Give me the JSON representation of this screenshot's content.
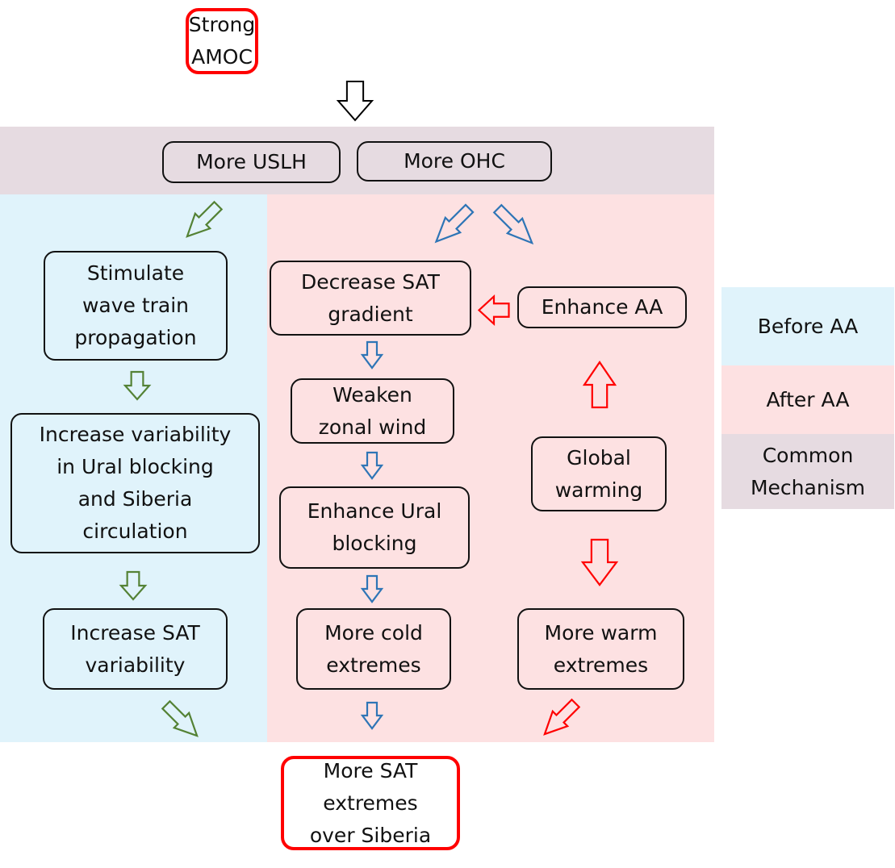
{
  "start": "Strong\nAMOC",
  "end": "More SAT\nextremes\nover Siberia",
  "common": [
    "More USLH",
    "More OHC"
  ],
  "before_aa": [
    "Stimulate\nwave train\npropagation",
    "Increase variability\nin Ural blocking\nand Siberia\ncirculation",
    "Increase SAT\nvariability"
  ],
  "after_aa": {
    "decrease_gradient": "Decrease SAT\ngradient",
    "enhance_aa": "Enhance AA",
    "weaken_wind": "Weaken\nzonal wind",
    "global_warming": "Global\nwarming",
    "enhance_blocking": "Enhance Ural\nblocking",
    "cold_extremes": "More cold\nextremes",
    "warm_extremes": "More warm\nextremes"
  },
  "legend": [
    {
      "label": "Before AA",
      "color": "#e0f3fb"
    },
    {
      "label": "After AA",
      "color": "#fde1e2"
    },
    {
      "label": "Common\nMechanism",
      "color": "#e6dbe1"
    }
  ],
  "colors": {
    "before": "#e0f3fb",
    "after": "#fde1e2",
    "common": "#e6dbe1",
    "green_arrow": "#548235",
    "blue_arrow": "#2e75b6",
    "red_arrow": "#ff0000",
    "black_arrow": "#000000"
  }
}
